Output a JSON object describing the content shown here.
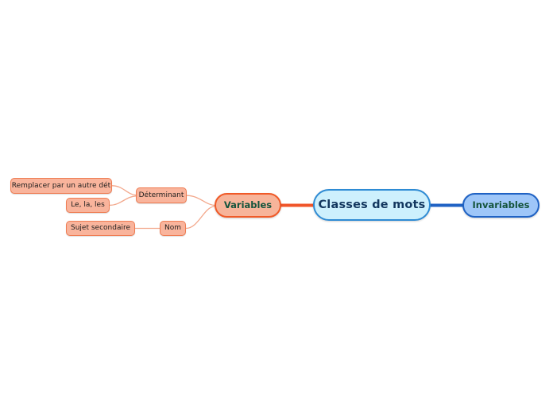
{
  "mindmap": {
    "title": "Classes de mots",
    "root": {
      "label": "Classes de mots",
      "fill": "#cdf0fd",
      "border": "#2e8bd4",
      "text_color": "#13375f"
    },
    "branches": [
      {
        "id": "variables",
        "label": "Variables",
        "fill": "#f7b49a",
        "border": "#f05a28",
        "text_color": "#14543c",
        "connector_color": "#f05a28",
        "side": "left",
        "children": [
          {
            "id": "determinant",
            "label": "Déterminant",
            "children": [
              {
                "id": "remplacer",
                "label": "Remplacer par un autre dét"
              },
              {
                "id": "le-la-les",
                "label": "Le, la, les"
              }
            ]
          },
          {
            "id": "nom",
            "label": "Nom",
            "children": [
              {
                "id": "sujet-secondaire",
                "label": "Sujet secondaire"
              }
            ]
          }
        ]
      },
      {
        "id": "invariables",
        "label": "Invariables",
        "fill": "#9ec6f8",
        "border": "#1f62c4",
        "text_color": "#14543c",
        "connector_color": "#1f62c4",
        "side": "right",
        "children": []
      }
    ],
    "sub_node_style": {
      "fill": "#f9b49c",
      "border": "#ef7c52",
      "text_color": "#1d1d1d"
    },
    "thin_connector_color": "#f3a88c",
    "background": "#ffffff"
  }
}
